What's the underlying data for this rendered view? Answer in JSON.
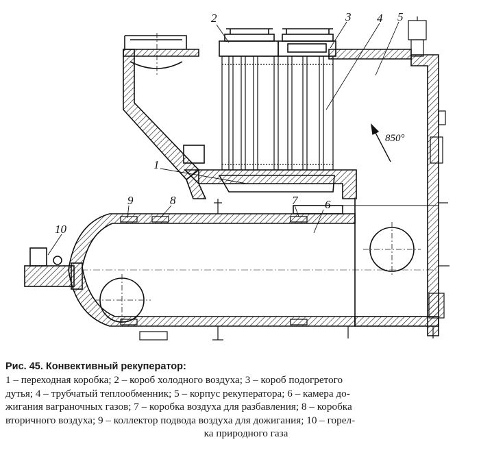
{
  "figure": {
    "callouts": [
      {
        "id": "1",
        "label": "1"
      },
      {
        "id": "2",
        "label": "2"
      },
      {
        "id": "3",
        "label": "3"
      },
      {
        "id": "4",
        "label": "4"
      },
      {
        "id": "5",
        "label": "5"
      },
      {
        "id": "6",
        "label": "6"
      },
      {
        "id": "7",
        "label": "7"
      },
      {
        "id": "8",
        "label": "8"
      },
      {
        "id": "9",
        "label": "9"
      },
      {
        "id": "10",
        "label": "10"
      }
    ],
    "temperature_label": "850°"
  },
  "caption": {
    "title": "Рис. 45. Конвективный рекуператор:",
    "lines": [
      "1 – переходная коробка; 2 – короб холодного воздуха; 3 – короб подогретого",
      "дутья; 4 – трубчатый теплообменник; 5 – корпус рекуператора; 6 – камера до-",
      "жигания ваграночных газов; 7 – коробка воздуха для разбавления; 8 – коробка",
      "вторичного воздуха; 9 – коллектор подвода воздуха для дожигания; 10 – горел-",
      "ка природного газа"
    ]
  }
}
